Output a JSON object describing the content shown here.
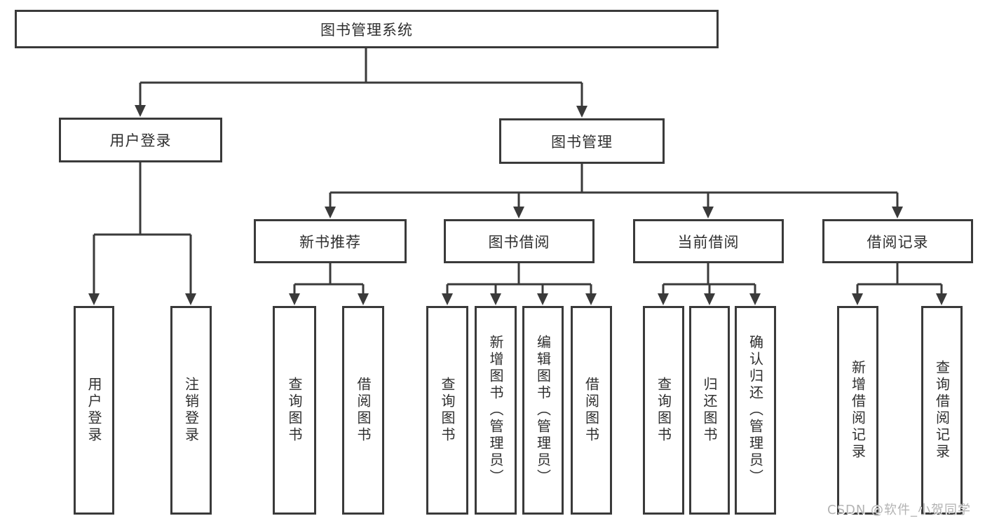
{
  "tree": {
    "root": {
      "label": "图书管理系统"
    },
    "branches": [
      {
        "label": "用户登录",
        "children": [
          {
            "label": "用户登录"
          },
          {
            "label": "注销登录"
          }
        ]
      },
      {
        "label": "图书管理",
        "sections": [
          {
            "label": "新书推荐",
            "children": [
              {
                "label": "查询图书"
              },
              {
                "label": "借阅图书"
              }
            ]
          },
          {
            "label": "图书借阅",
            "children": [
              {
                "label": "查询图书"
              },
              {
                "label": "新增图书（管理员）"
              },
              {
                "label": "编辑图书（管理员）"
              },
              {
                "label": "借阅图书"
              }
            ]
          },
          {
            "label": "当前借阅",
            "children": [
              {
                "label": "查询图书"
              },
              {
                "label": "归还图书"
              },
              {
                "label": "确认归还（管理员）"
              }
            ]
          },
          {
            "label": "借阅记录",
            "children": [
              {
                "label": "新增借阅记录"
              },
              {
                "label": "查询借阅记录"
              }
            ]
          }
        ]
      }
    ]
  },
  "watermark": "CSDN @软件_小贺同学",
  "colors": {
    "line": "#3a3a3a",
    "text": "#2f2f2f",
    "watermark": "#b3b3b3",
    "background": "#ffffff"
  }
}
